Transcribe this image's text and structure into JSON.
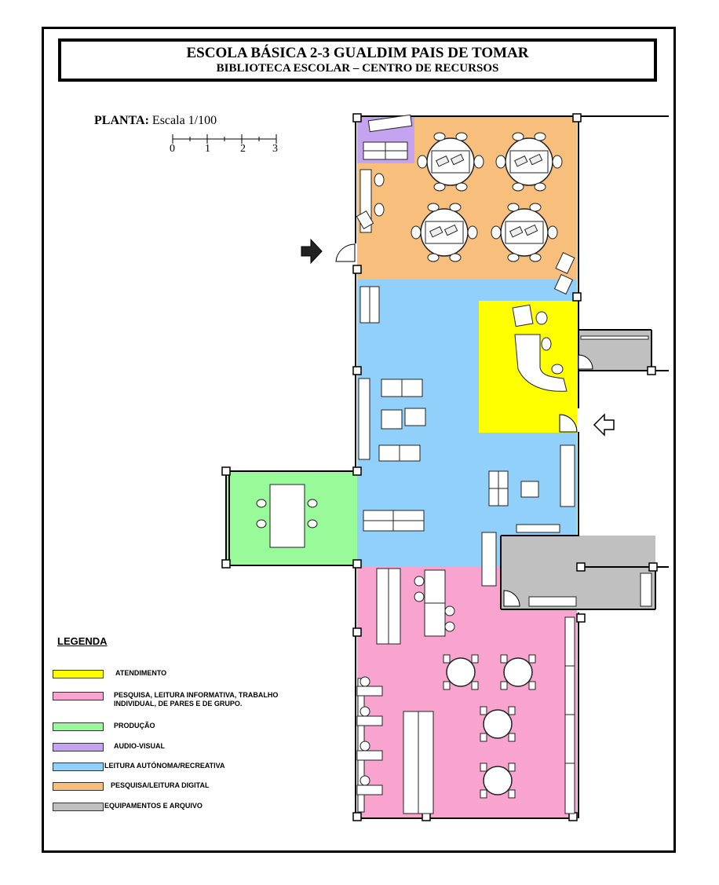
{
  "header": {
    "title_line1": "ESCOLA BÁSICA 2-3 GUALDIM PAIS DE TOMAR",
    "title_line2": "BIBLIOTECA ESCOLAR – CENTRO DE RECURSOS"
  },
  "plan": {
    "label_bold": "PLANTA:",
    "label_rest": " Escala 1/100",
    "scale_ticks": [
      "0",
      "1",
      "2",
      "3"
    ]
  },
  "legend": {
    "title": "LEGENDA",
    "items": [
      {
        "label": "ATENDIMENTO",
        "color": "#ffff00"
      },
      {
        "label": "PESQUISA, LEITURA INFORMATIVA, TRABALHO",
        "label2": "INDIVIDUAL, DE PARES E DE GRUPO.",
        "color": "#f9a3cf"
      },
      {
        "label": "PRODUÇÃO",
        "color": "#98fa98"
      },
      {
        "label": "AUDIO-VISUAL",
        "color": "#c4a3f0"
      },
      {
        "label": "LEITURA AUTÓNOMA/RECREATIVA",
        "color": "#90d0fa"
      },
      {
        "label": "PESQUISA/LEITURA DIGITAL",
        "color": "#f8be7c"
      },
      {
        "label": "EQUIPAMENTOS E ARQUIVO",
        "color": "#c0c0c0"
      }
    ]
  },
  "colors": {
    "atendimento": "#ffff00",
    "pesquisa_informativa": "#f9a3cf",
    "producao": "#98fa98",
    "audio_visual": "#c4a3f0",
    "leitura_autonoma": "#90d0fa",
    "pesquisa_digital": "#f8be7c",
    "equipamentos": "#c0c0c0"
  }
}
